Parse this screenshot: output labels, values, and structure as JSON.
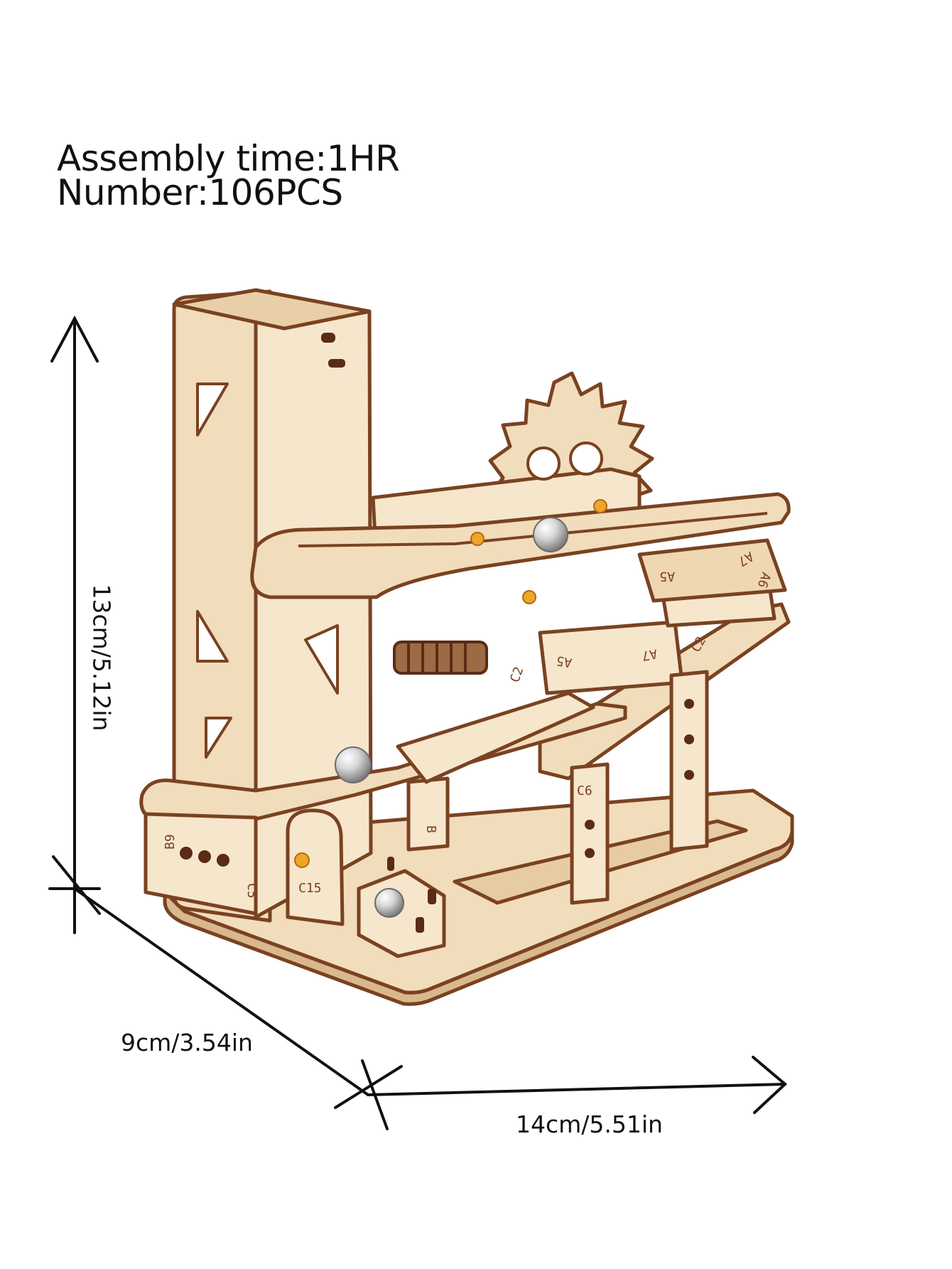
{
  "specs": {
    "assembly_time": "Assembly time:1HR",
    "piece_count": "Number:106PCS"
  },
  "dimensions": {
    "height": "13cm/5.12in",
    "depth": "9cm/3.54in",
    "width": "14cm/5.51in"
  },
  "model_labels": {
    "a5_top": "A5",
    "a7_top": "A7",
    "a6": "A6",
    "c2_right": "C2",
    "a7_mid": "A7",
    "a5_mid": "A5",
    "c2_left": "C2",
    "c6": "C6",
    "b9": "B9",
    "c5": "C5",
    "c15": "C15",
    "b": "B"
  },
  "colors": {
    "wood": "#f1dcbb",
    "wood_light": "#f7e9d2",
    "wood_edge": "#7a4221",
    "wood_dark": "#5a2c14",
    "peg": "#f0a528",
    "marble": "#dcdcdc"
  }
}
